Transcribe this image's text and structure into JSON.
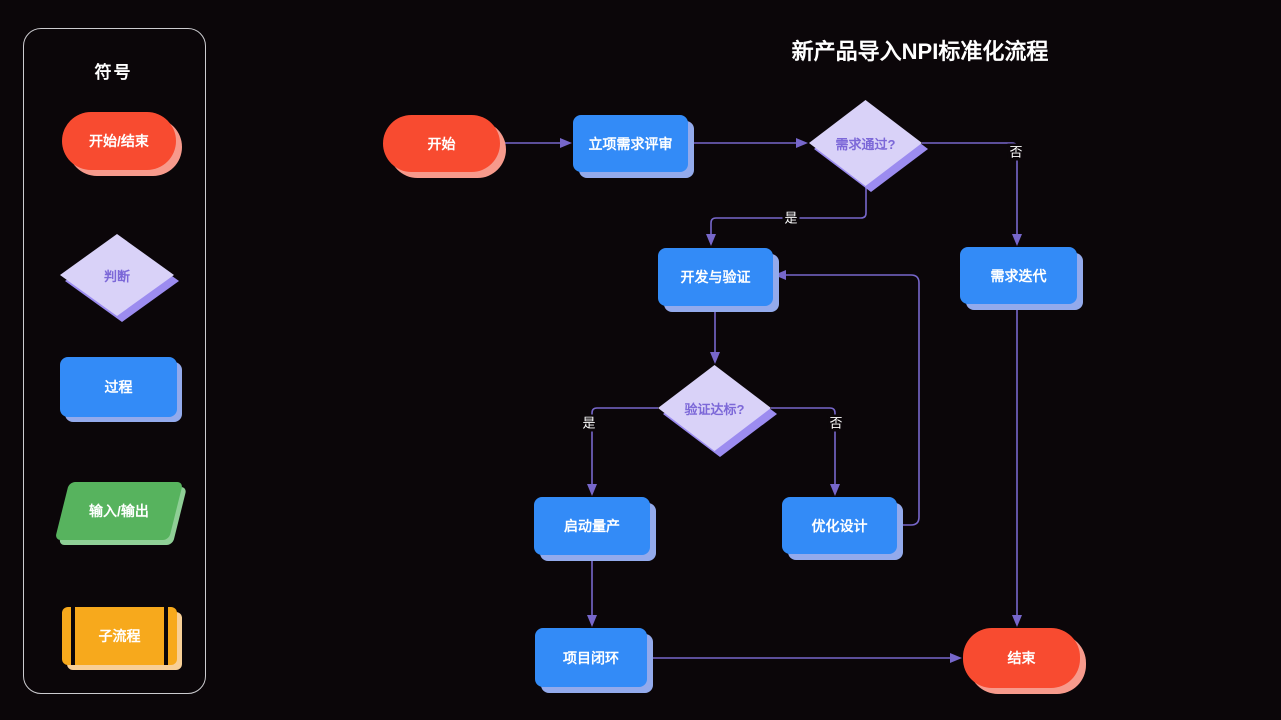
{
  "page": {
    "title": "新产品导入NPI标准化流程",
    "background": "#0b0609"
  },
  "legend": {
    "title": "符号",
    "items": [
      {
        "label": "开始/结束",
        "type": "stadium",
        "fill": "#f84b30",
        "shadow": "#f79a8c"
      },
      {
        "label": "判断",
        "type": "diamond",
        "fill": "#d9d2f8",
        "shadow": "#9c8cf0",
        "text_color": "#7c68d8"
      },
      {
        "label": "过程",
        "type": "process",
        "fill": "#338bf7",
        "shadow": "#93aaec"
      },
      {
        "label": "输入/输出",
        "type": "parallelogram",
        "fill": "#57b35e",
        "shadow": "#8fcf96"
      },
      {
        "label": "子流程",
        "type": "subprocess",
        "fill": "#f7a91c",
        "shadow": "#f8cf96"
      }
    ]
  },
  "flow": {
    "nodes": {
      "start": "开始",
      "review": "立项需求评审",
      "decision1": "需求通过?",
      "iterate": "需求迭代",
      "develop": "开发与验证",
      "decision2": "验证达标?",
      "production": "启动量产",
      "optimize": "优化设计",
      "closure": "项目闭环",
      "end": "结束"
    },
    "edge_labels": {
      "yes1": "是",
      "no1": "否",
      "yes2": "是",
      "no2": "否"
    }
  },
  "colors": {
    "connector": "#7767cb",
    "node_text": "#ffffff",
    "decision_text": "#7c68d8",
    "background": "#0b0609"
  }
}
